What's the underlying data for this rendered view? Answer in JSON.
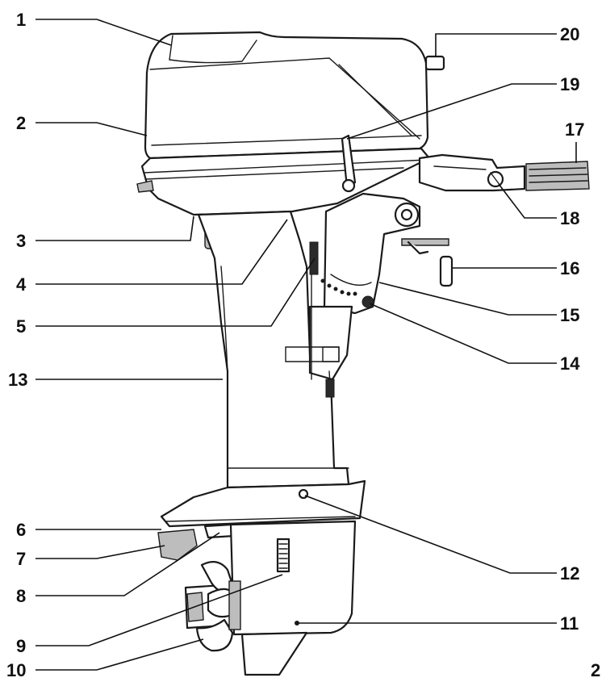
{
  "callouts": [
    {
      "id": "1",
      "label": "1"
    },
    {
      "id": "2",
      "label": "2"
    },
    {
      "id": "3",
      "label": "3"
    },
    {
      "id": "4",
      "label": "4"
    },
    {
      "id": "5",
      "label": "5"
    },
    {
      "id": "6",
      "label": "6"
    },
    {
      "id": "7",
      "label": "7"
    },
    {
      "id": "8",
      "label": "8"
    },
    {
      "id": "9",
      "label": "9"
    },
    {
      "id": "10",
      "label": "10"
    },
    {
      "id": "11",
      "label": "11"
    },
    {
      "id": "12",
      "label": "12"
    },
    {
      "id": "13",
      "label": "13"
    },
    {
      "id": "14",
      "label": "14"
    },
    {
      "id": "15",
      "label": "15"
    },
    {
      "id": "16",
      "label": "16"
    },
    {
      "id": "17",
      "label": "17"
    },
    {
      "id": "18",
      "label": "18"
    },
    {
      "id": "19",
      "label": "19"
    },
    {
      "id": "20",
      "label": "20"
    }
  ],
  "page_number": "2"
}
